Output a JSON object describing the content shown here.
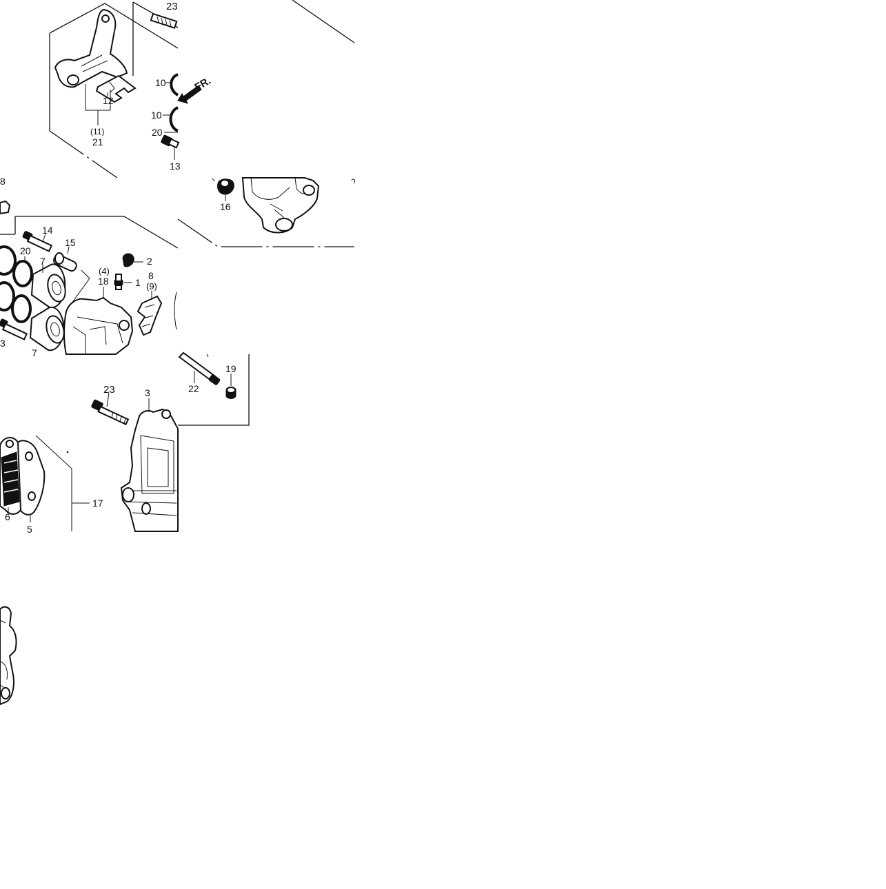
{
  "diagram": {
    "fr_marker": "FR.",
    "callouts": {
      "c23a": "23",
      "c10a": "10",
      "c10b": "10",
      "c20a": "20",
      "c13a": "13",
      "c12": "12",
      "c11": "(11)",
      "c21": "21",
      "c16": "16",
      "c8a": "8",
      "c14": "14",
      "c15": "15",
      "c20b": "20",
      "c7a": "7",
      "c4": "(4)",
      "c18": "18",
      "c2": "2",
      "c1": "1",
      "c8b": "8",
      "c9": "(9)",
      "c13b": "3",
      "c7b": "7",
      "c19": "19",
      "c22": "22",
      "c23b": "23",
      "c3": "3",
      "c17": "17",
      "c6": "6",
      "c5": "5"
    }
  }
}
